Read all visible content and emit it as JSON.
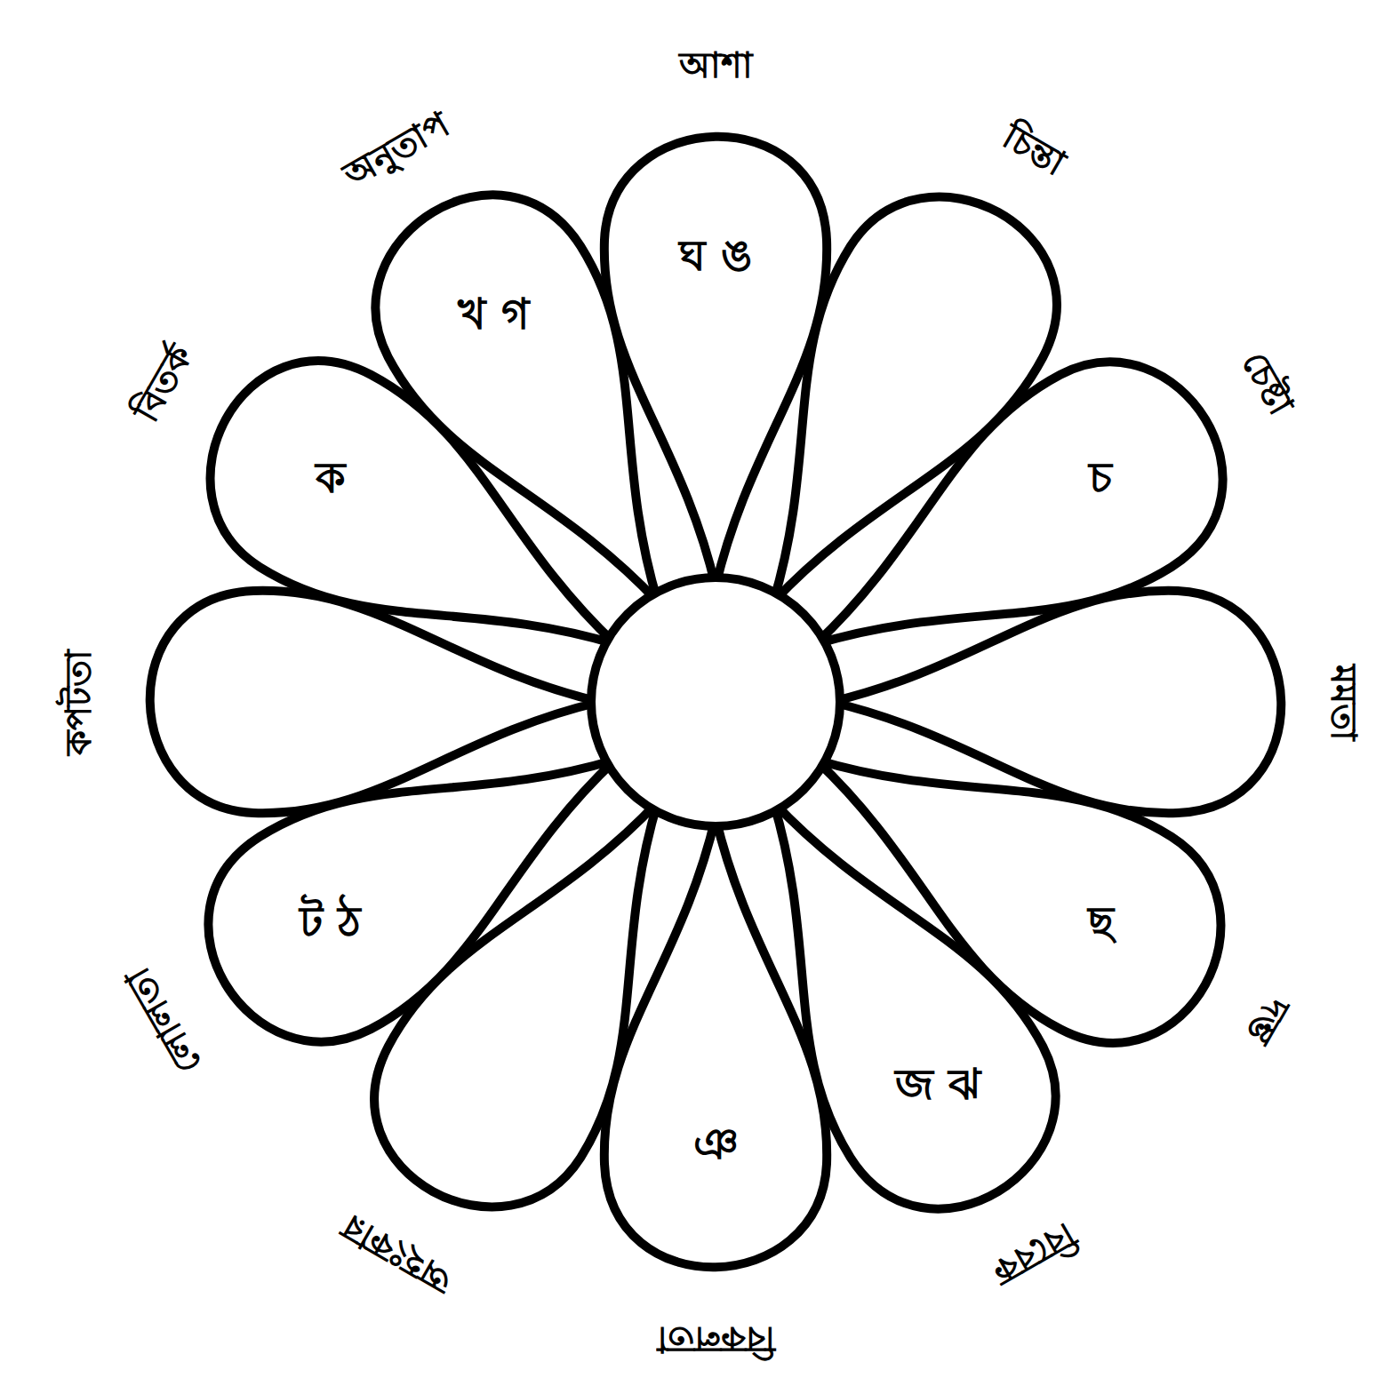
{
  "diagram": {
    "nodes": [
      {
        "text": [
          "ঘ ঙ"
        ]
      },
      {
        "text": [
          "চ"
        ]
      },
      {
        "text": [
          "ছ"
        ]
      },
      {
        "text": [
          "জ ঝ"
        ]
      },
      {
        "text": [
          "ঞ"
        ]
      },
      {
        "text": [
          "ট ঠ"
        ]
      },
      {
        "text": [
          "ক"
        ]
      },
      {
        "text": [
          "খ গ"
        ]
      }
    ],
    "labels": [
      "আশা",
      "চিন্তা",
      "চেষ্টা",
      "মমতা",
      "দম্ভ",
      "বিবেক",
      "বিকলতা",
      "অহংকার",
      "লোলতা",
      "কপটতা",
      "বিতর্ক",
      "অনুতাপ"
    ]
  }
}
